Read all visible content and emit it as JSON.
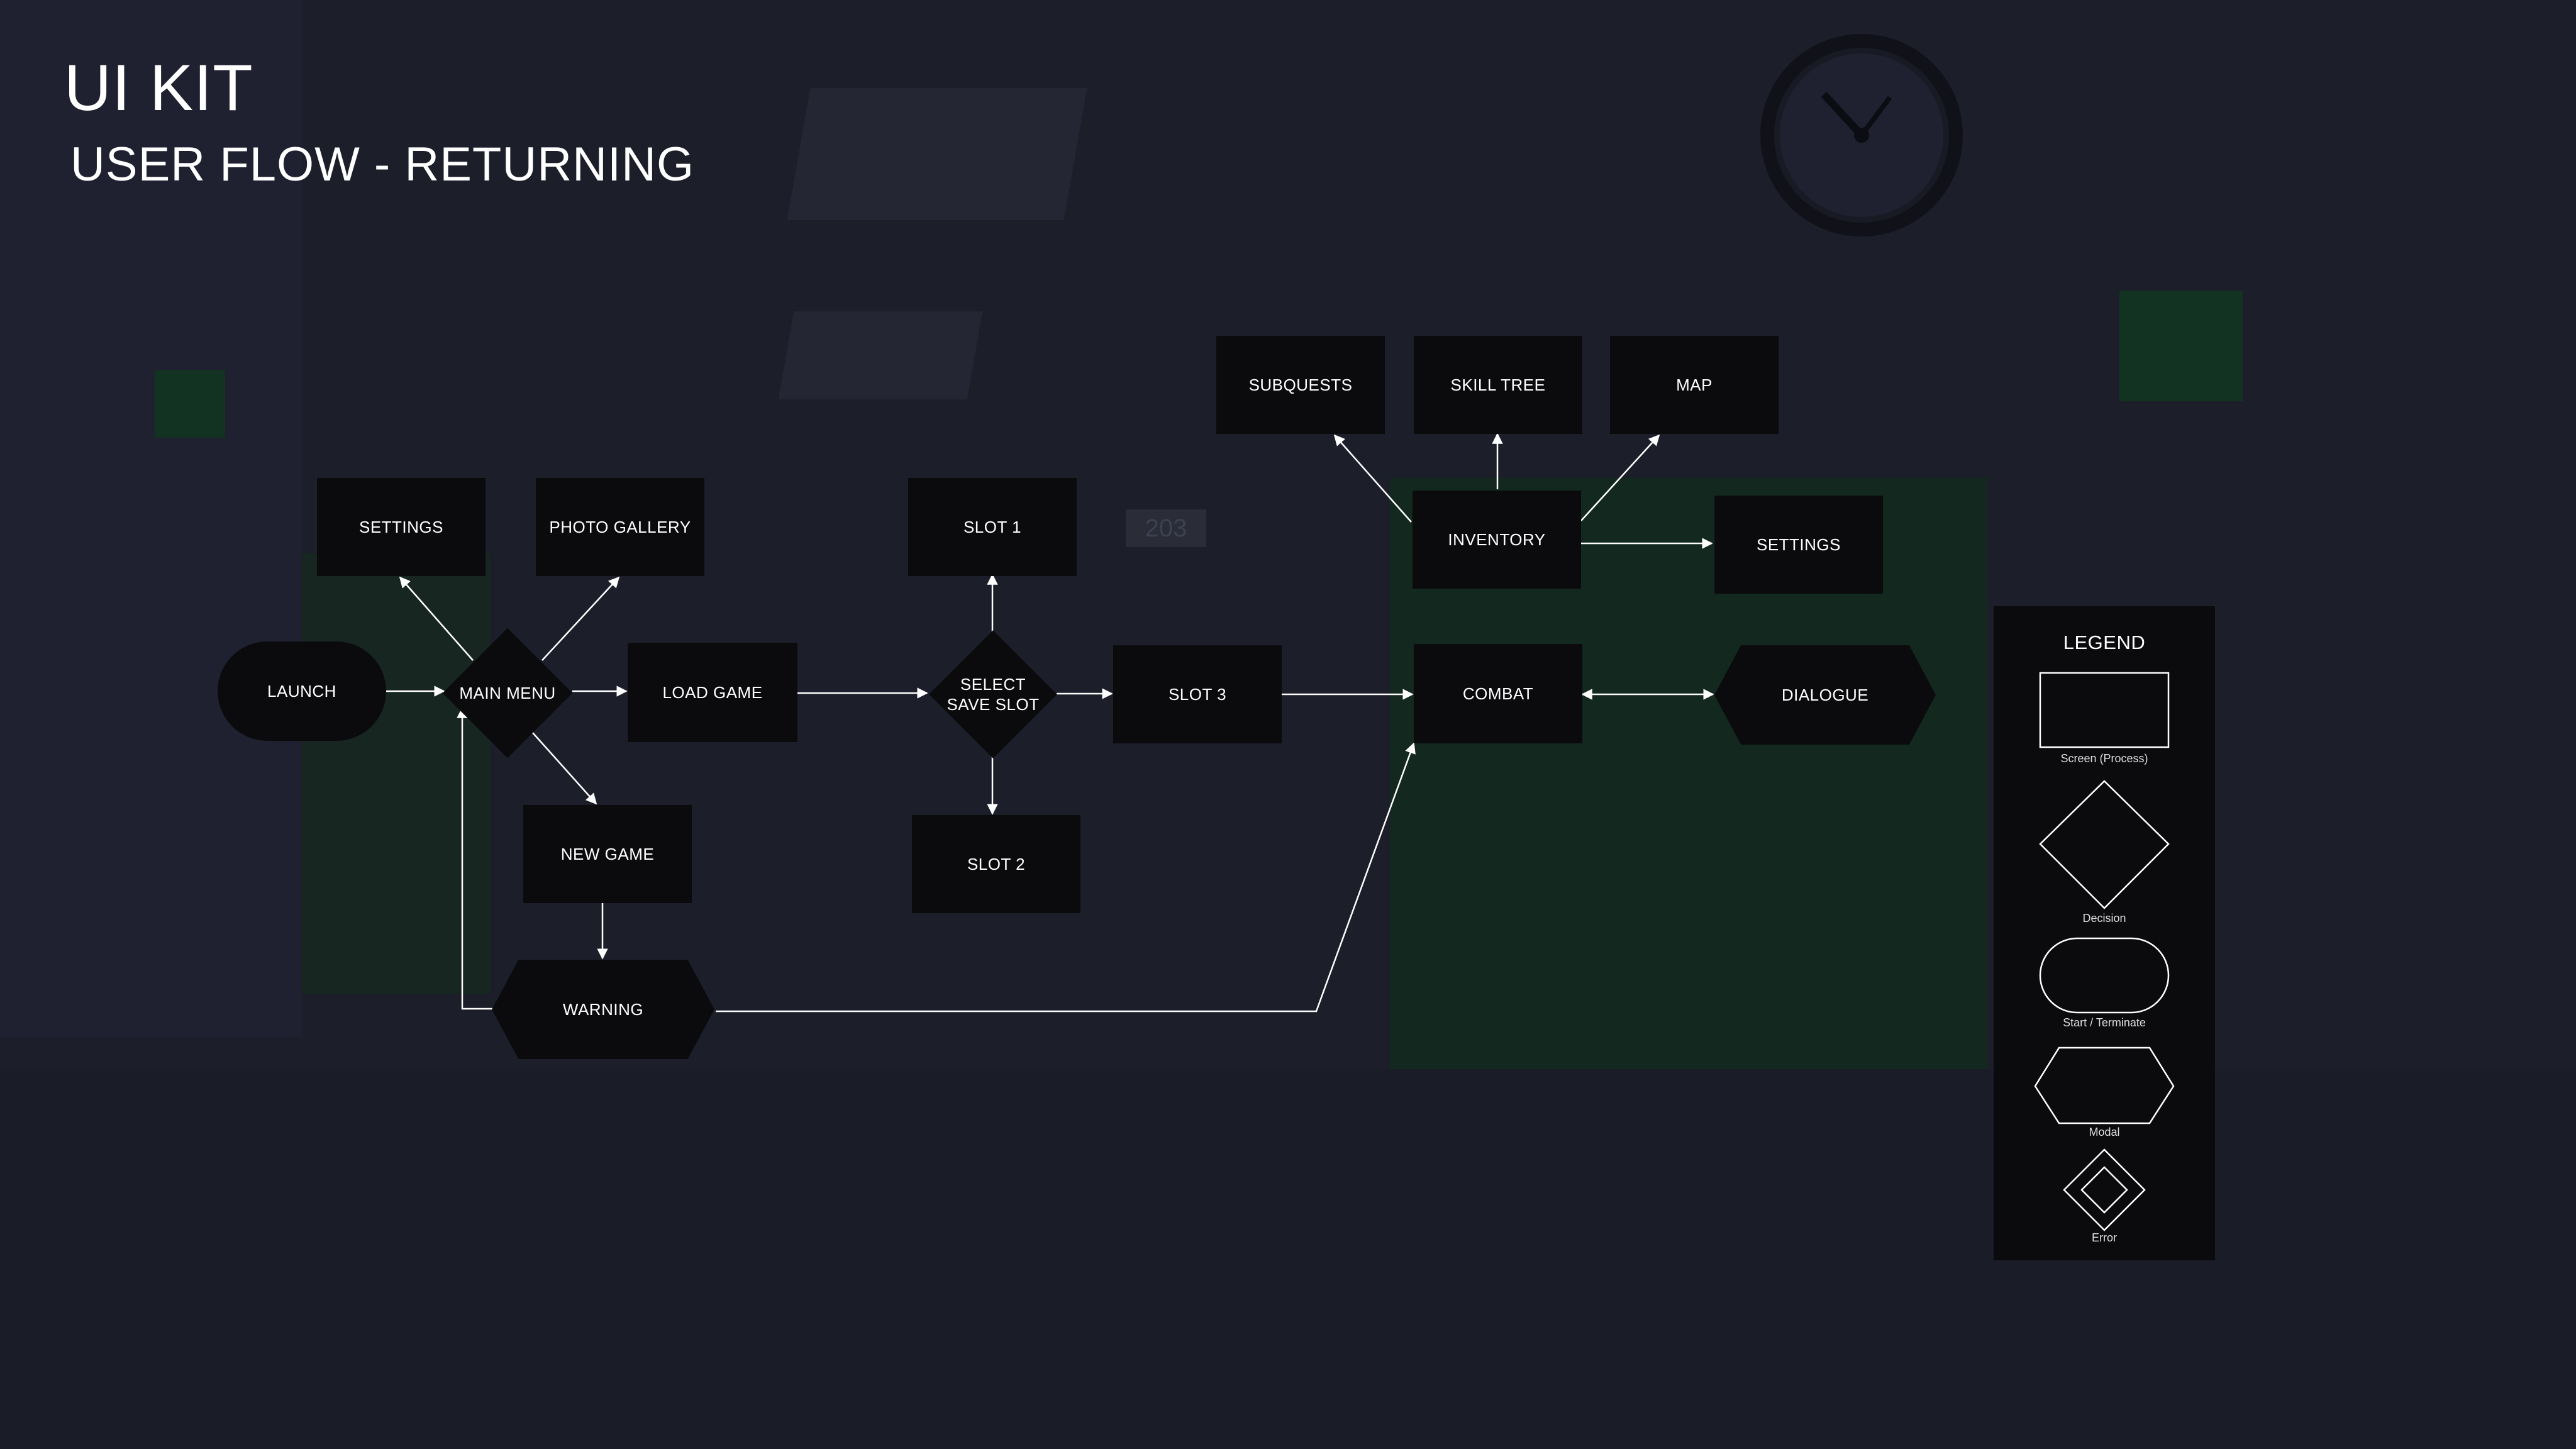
{
  "header": {
    "title": "UI KIT",
    "subtitle": "USER FLOW - RETURNING"
  },
  "nodes": {
    "launch": "LAUNCH",
    "main_menu": "MAIN MENU",
    "settings_left": "SETTINGS",
    "photo_gallery": "PHOTO GALLERY",
    "load_game": "LOAD GAME",
    "new_game": "NEW GAME",
    "warning": "WARNING",
    "select_save_slot": "SELECT\nSAVE SLOT",
    "slot_1": "SLOT 1",
    "slot_2": "SLOT 2",
    "slot_3": "SLOT 3",
    "combat": "COMBAT",
    "dialogue": "DIALOGUE",
    "inventory": "INVENTORY",
    "subquests": "SUBQUESTS",
    "skill_tree": "SKILL TREE",
    "map": "MAP",
    "settings_right": "SETTINGS"
  },
  "legend": {
    "title": "LEGEND",
    "screen": "Screen (Process)",
    "decision": "Decision",
    "start_terminate": "Start / Terminate",
    "modal": "Modal",
    "error": "Error"
  },
  "background": {
    "room_number": "203"
  },
  "colors": {
    "background": "#1c1e2a",
    "node_fill": "#0b0b0e",
    "connector": "#ffffff",
    "locker_green": "#123322"
  }
}
